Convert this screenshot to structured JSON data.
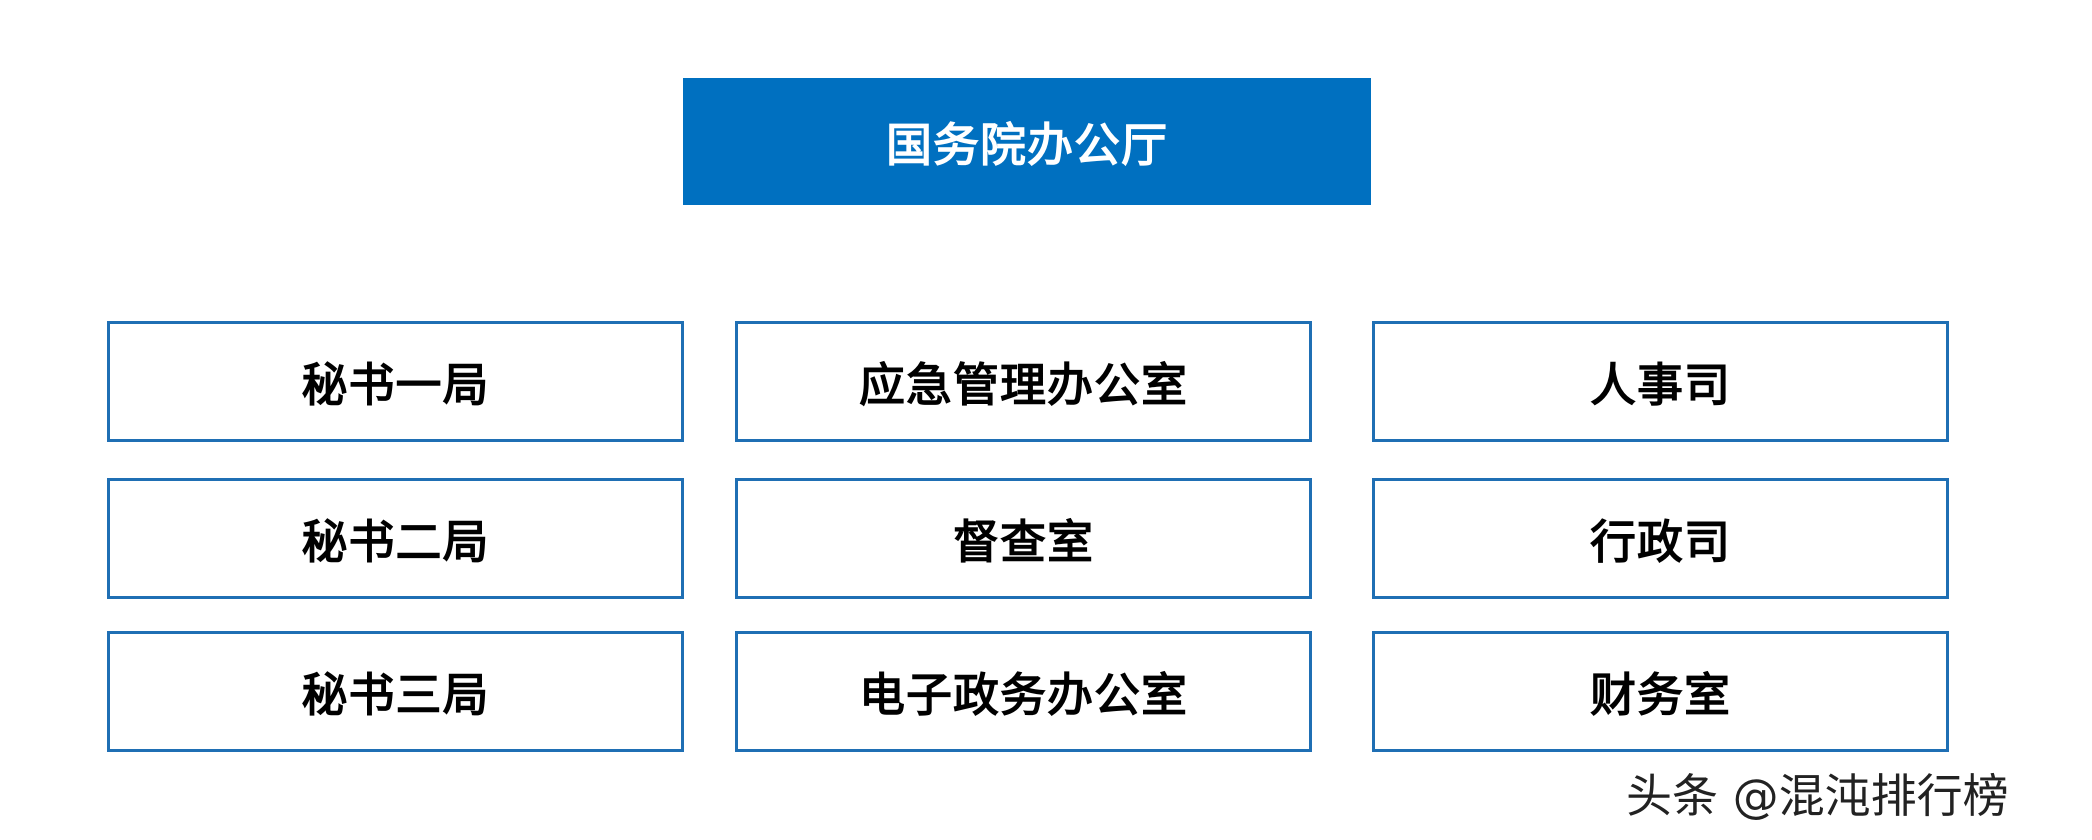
{
  "root": {
    "label": "国务院办公厅",
    "color": "#0070C0"
  },
  "units": {
    "col1": [
      "秘书一局",
      "秘书二局",
      "秘书三局"
    ],
    "col2": [
      "应急管理办公室",
      "督查室",
      "电子政务办公室"
    ],
    "col3": [
      "人事司",
      "行政司",
      "财务室"
    ],
    "border_color": "#1F6FB4"
  },
  "watermark": {
    "text": "头条 @混沌排行榜"
  }
}
